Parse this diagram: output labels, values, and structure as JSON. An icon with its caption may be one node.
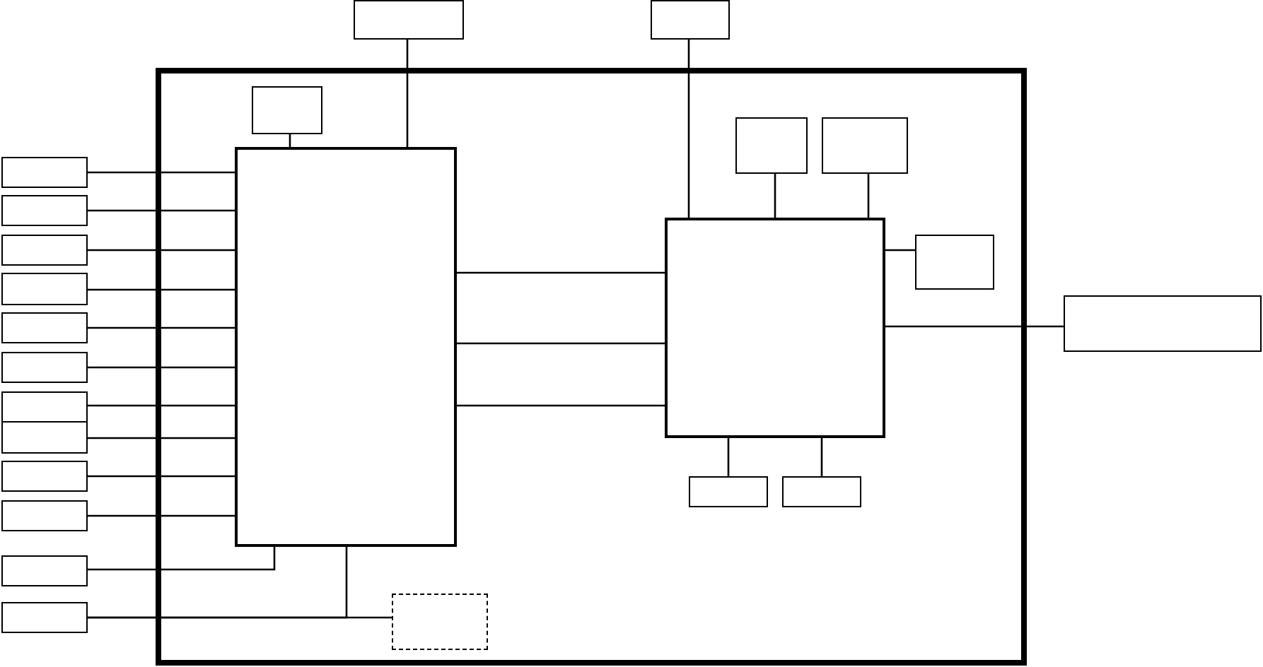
{
  "diagram": {
    "nodes": [
      {
        "text": [],
        "shape": "box"
      },
      {
        "text": [],
        "shape": "box"
      },
      {
        "text": [],
        "shape": "box"
      },
      {
        "text": [],
        "shape": "box",
        "in": 2
      },
      {
        "text": [],
        "shape": "box",
        "in": 2
      },
      {
        "text": [],
        "shape": "box",
        "in": 2
      },
      {
        "text": [],
        "shape": "box",
        "in": 2
      },
      {
        "text": [],
        "shape": "box",
        "in": 2
      },
      {
        "text": [],
        "shape": "box",
        "in": 2
      },
      {
        "text": [],
        "shape": "box",
        "in": 2
      },
      {
        "text": [],
        "shape": "box",
        "in": 2
      },
      {
        "text": [],
        "shape": "box",
        "in": 2
      },
      {
        "text": [],
        "shape": "box"
      },
      {
        "text": [],
        "shape": "box"
      },
      {
        "text": [],
        "shape": "box"
      },
      {
        "text": [],
        "shape": "box"
      },
      {
        "text": [],
        "shape": "box"
      },
      {
        "text": [],
        "shape": "box"
      },
      {
        "text": [],
        "shape": "box"
      },
      {
        "text": [],
        "shape": "box"
      },
      {
        "text": [],
        "shape": "box"
      },
      {
        "text": [],
        "shape": "box"
      },
      {
        "text": [],
        "shape": "box"
      },
      {
        "text": [],
        "shape": "box"
      },
      {
        "text": [],
        "shape": "box"
      }
    ],
    "edges": [
      {
        "from": 0,
        "to": 6,
        "arrow": "none"
      },
      {
        "from": 1,
        "to": 7,
        "arrow": "none"
      },
      {
        "from": 3,
        "to": 6,
        "arrow": "none"
      },
      {
        "from": 4,
        "to": 7,
        "arrow": "none"
      },
      {
        "from": 5,
        "to": 7,
        "arrow": "none"
      },
      {
        "from": 7,
        "to": 8,
        "arrow": "none"
      },
      {
        "from": 7,
        "to": 24,
        "arrow": "none"
      },
      {
        "from": 7,
        "to": 9,
        "arrow": "none"
      },
      {
        "from": 7,
        "to": 10,
        "arrow": "none"
      },
      {
        "from": 6,
        "to": 7,
        "arrow": "none"
      },
      {
        "from": 6,
        "to": 7,
        "arrow": "none"
      },
      {
        "from": 6,
        "to": 7,
        "arrow": "none"
      },
      {
        "from": 12,
        "to": 6,
        "arrow": "none"
      },
      {
        "from": 13,
        "to": 6,
        "arrow": "none"
      },
      {
        "from": 14,
        "to": 6,
        "arrow": "none"
      },
      {
        "from": 15,
        "to": 6,
        "arrow": "none"
      },
      {
        "from": 16,
        "to": 6,
        "arrow": "none"
      },
      {
        "from": 17,
        "to": 6,
        "arrow": "none"
      },
      {
        "from": 18,
        "to": 6,
        "arrow": "none"
      },
      {
        "from": 19,
        "to": 6,
        "arrow": "none"
      },
      {
        "from": 20,
        "to": 6,
        "arrow": "none"
      },
      {
        "from": 21,
        "to": 6,
        "arrow": "none"
      },
      {
        "from": 22,
        "to": 6,
        "arrow": "none"
      },
      {
        "from": 23,
        "to": 6,
        "arrow": "none"
      },
      {
        "from": 23,
        "to": 11,
        "arrow": "none"
      }
    ]
  }
}
